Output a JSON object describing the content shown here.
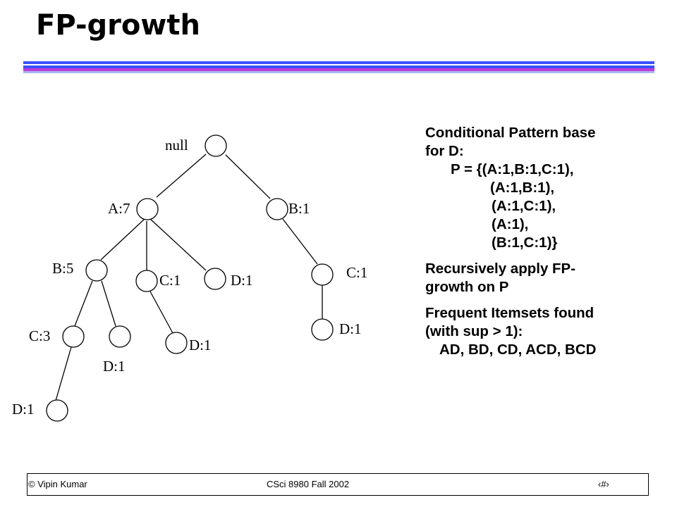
{
  "title": "FP-growth",
  "tree": {
    "nodes": [
      {
        "id": "null",
        "label": "null"
      },
      {
        "id": "a7",
        "label": "A:7"
      },
      {
        "id": "b1_top",
        "label": "B:1"
      },
      {
        "id": "b5",
        "label": "B:5"
      },
      {
        "id": "c1_mid",
        "label": "C:1"
      },
      {
        "id": "d1_mid",
        "label": "D:1"
      },
      {
        "id": "c1_right",
        "label": "C:1"
      },
      {
        "id": "c3",
        "label": "C:3"
      },
      {
        "id": "d1_under_b5",
        "label": "D:1"
      },
      {
        "id": "d1_under_c1",
        "label": "D:1"
      },
      {
        "id": "d1_right",
        "label": "D:1"
      },
      {
        "id": "d1_bottom",
        "label": "D:1"
      }
    ],
    "edges": [
      [
        "null",
        "a7"
      ],
      [
        "null",
        "b1_top"
      ],
      [
        "a7",
        "b5"
      ],
      [
        "a7",
        "c1_mid"
      ],
      [
        "a7",
        "d1_mid"
      ],
      [
        "b1_top",
        "c1_right"
      ],
      [
        "b5",
        "c3"
      ],
      [
        "b5",
        "d1_under_b5"
      ],
      [
        "c1_mid",
        "d1_under_c1"
      ],
      [
        "c1_right",
        "d1_right"
      ],
      [
        "c3",
        "d1_bottom"
      ]
    ]
  },
  "panel": {
    "heading_line1": "Conditional Pattern base",
    "heading_line2": "for D:",
    "p_line1": "P = {(A:1,B:1,C:1),",
    "p_line2": "(A:1,B:1),",
    "p_line3": "(A:1,C:1),",
    "p_line4": "(A:1),",
    "p_line5": "(B:1,C:1)}",
    "recursive_line1": "Recursively apply FP-",
    "recursive_line2": "growth on P",
    "frequent_line1": "Frequent Itemsets found",
    "frequent_line2": "(with sup > 1):",
    "frequent_line3": "AD, BD, CD, ACD, BCD"
  },
  "footer": {
    "left": "© Vipin Kumar",
    "center": "CSci 8980 Fall 2002",
    "right": "‹#›"
  }
}
